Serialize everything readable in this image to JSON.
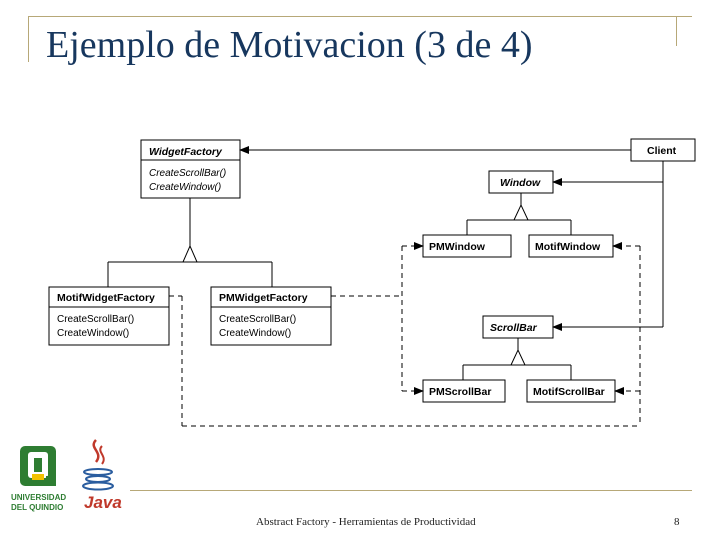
{
  "slide": {
    "title": "Ejemplo de Motivacion (3 de 4)",
    "footer": "Abstract Factory - Herramientas de Productividad",
    "page_number": "8"
  },
  "diagram": {
    "widget_factory": {
      "name": "WidgetFactory",
      "ops": [
        "CreateScrollBar()",
        "CreateWindow()"
      ]
    },
    "motif_widget_factory": {
      "name": "MotifWidgetFactory",
      "ops": [
        "CreateScrollBar()",
        "CreateWindow()"
      ]
    },
    "pm_widget_factory": {
      "name": "PMWidgetFactory",
      "ops": [
        "CreateScrollBar()",
        "CreateWindow()"
      ]
    },
    "client": {
      "name": "Client"
    },
    "window": {
      "name": "Window"
    },
    "pm_window": {
      "name": "PMWindow"
    },
    "motif_window": {
      "name": "MotifWindow"
    },
    "scroll_bar": {
      "name": "ScrollBar"
    },
    "pm_scroll_bar": {
      "name": "PMScrollBar"
    },
    "motif_scroll_bar": {
      "name": "MotifScrollBar"
    }
  },
  "logos": {
    "university": "UNIVERSIDAD DEL QUINDIO",
    "java": "Java"
  },
  "colors": {
    "title": "#17375e",
    "rule": "#b7a878",
    "uq_green": "#2e7d32",
    "java_red": "#c0392b",
    "java_blue": "#2a5d9f"
  }
}
